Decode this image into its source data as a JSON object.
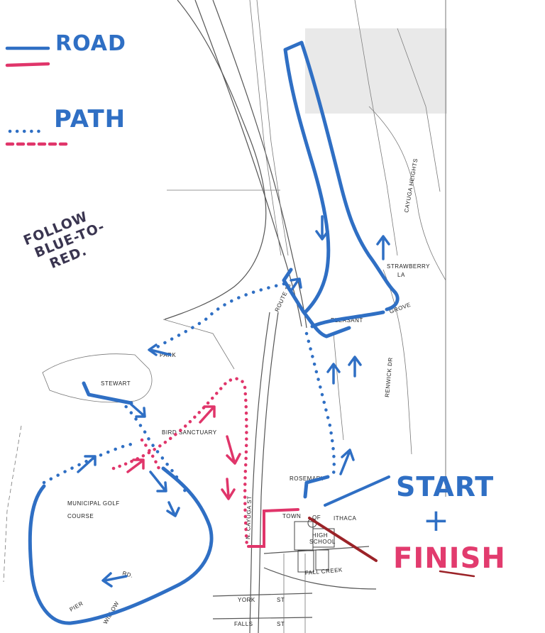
{
  "colors": {
    "road": "#2f6fc4",
    "path": "#2f6fc4",
    "finish": "#e23b6e",
    "finish_route": "#e0356a",
    "ink": "#3a3550",
    "finish_underline": "#9b2328",
    "map_line": "#555555"
  },
  "legend": {
    "road_label": "ROAD",
    "path_label": "PATH"
  },
  "note": {
    "line1": "FOLLOW",
    "line2": "BLUE-TO-",
    "line3": "RED."
  },
  "start_label": "START",
  "start_plus": "+",
  "finish_label": "FINISH",
  "map_labels": {
    "stewart": "STEWART",
    "park": "PARK",
    "bird_sanctuary": "BIRD SANCTUARY",
    "municipal_golf": "MUNICIPAL GOLF",
    "course": "COURSE",
    "pier": "PIER",
    "rd": "RD.",
    "willow": "WILLOW",
    "cayuga_st": "N. CAYUGA ST",
    "town_of": "TOWN",
    "of": "OF",
    "ithaca": "ITHACA",
    "high_school": "HIGH",
    "school": "SCHOOL",
    "fall_creek": "FALL CREEK",
    "york": "YORK",
    "st": "ST",
    "falls": "FALLS",
    "st2": "ST",
    "rosemary": "ROSEMARY",
    "strawberry": "STRAWBERRY",
    "la": "LA",
    "pleasant": "PLEASANT",
    "grove": "GROVE",
    "route": "ROUTE 13",
    "renwick_dr": "RENWICK DR",
    "cayuga_heights": "CAYUGA HEIGHTS"
  }
}
